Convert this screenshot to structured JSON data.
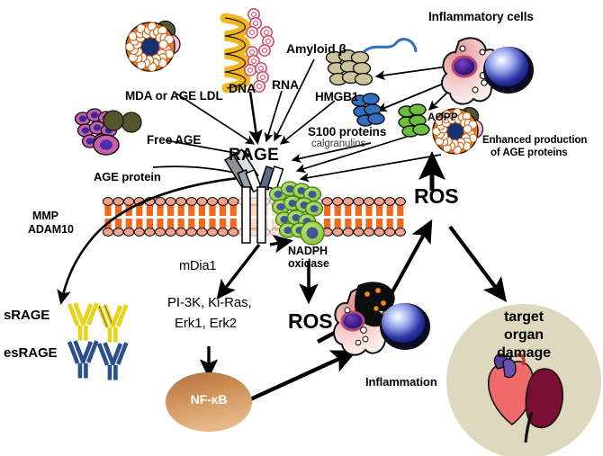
{
  "figure": {
    "title": "RAGE signalling pathway diagram",
    "type": "biological-pathway-diagram"
  },
  "labels": {
    "mda_age_ldl": "MDA or AGE LDL",
    "dna": "DNA",
    "rna": "RNA",
    "amyloid_beta": "Amyloid β",
    "inflammatory_cells": "Inflammatory cells",
    "hmgb1": "HMGB1",
    "aopp": "AOPP",
    "free_age": "Free AGE",
    "s100_proteins": "S100 proteins",
    "calgranulins": "calgranulins",
    "rage": "RAGE",
    "enhanced_production": "Enhanced production",
    "of_age_proteins": "of AGE proteins",
    "age_protein": "AGE protein",
    "mmp": "MMP",
    "adam10": "ADAM10",
    "srage": "sRAGE",
    "esrage": "esRAGE",
    "mdia1": "mDia1",
    "nadph": "NADPH",
    "oxidase": "oxidase",
    "kinases": "PI-3K, Ki-Ras,",
    "kinases2": "Erk1, Erk2",
    "ros_lower": "ROS",
    "ros_upper": "ROS",
    "nfkb": "NF-κB",
    "inflammation": "Inflammation",
    "target_organ_1": "target",
    "target_organ_2": "organ",
    "target_organ_3": "damage"
  },
  "colors": {
    "membrane_head": "#f6a28a",
    "membrane_tail": "#ee6a1e",
    "nfkb_fill": "#c98850",
    "target_circle": "#ded8bf",
    "srage_antibody": "#e8d21a",
    "esrage_antibody": "#2b4f8e",
    "hmgb1": "#2f6fc0",
    "aopp": "#6cbf3a",
    "amyloid": "#cdc39a",
    "dna_helix": "#f0b81c",
    "nucleus": "#2a2f9e",
    "kidney": "#7a0f33",
    "heart": "#ef6a6a",
    "ros_cluster": "#ee7d23",
    "age_ldl": "#ee7d23",
    "free_age_dot": "#55542a",
    "arrow": "#000000"
  },
  "icons": {
    "mda_ldl": "age-ldl-particle-icon",
    "dna": "dna-helix-icon",
    "amyloid": "amyloid-beta-fibril-icon",
    "inflammatory_cell": "inflammatory-cell-icon",
    "hmgb1": "hmgb1-protein-icon",
    "aopp": "aopp-protein-icon",
    "free_age": "free-age-dot-icon",
    "age_protein": "age-protein-cluster-icon",
    "rage_receptor": "rage-receptor-icon",
    "nadph_complex": "nadph-oxidase-complex-icon",
    "srage": "srage-antibody-icon",
    "esrage": "esrage-antibody-icon",
    "membrane": "lipid-bilayer-icon",
    "organs": "heart-kidney-icon",
    "nfkb": "nfkb-oval-icon"
  }
}
